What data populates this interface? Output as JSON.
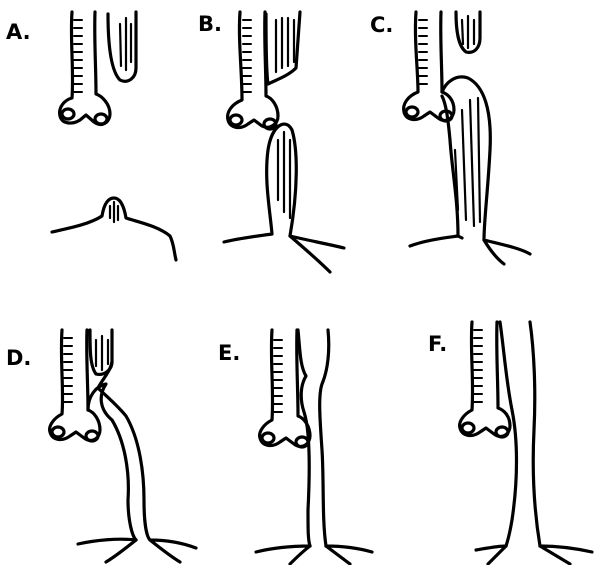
{
  "panels": [
    {
      "label": "A."
    },
    {
      "label": "B."
    },
    {
      "label": "C."
    },
    {
      "label": "D."
    },
    {
      "label": "E."
    },
    {
      "label": "F."
    }
  ]
}
